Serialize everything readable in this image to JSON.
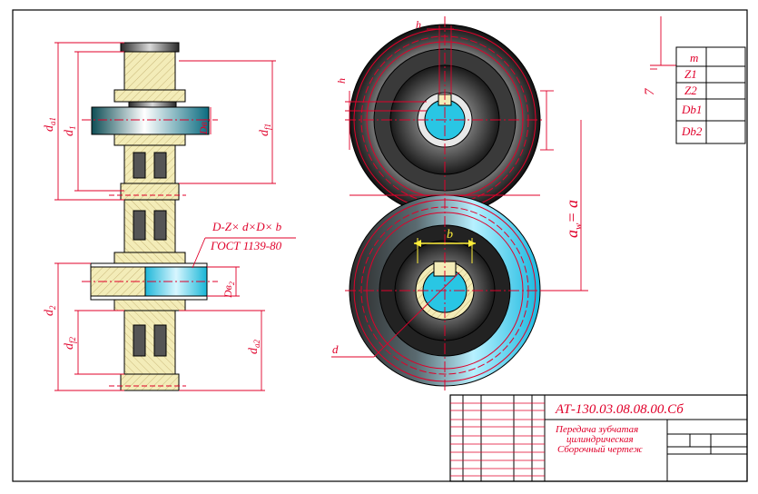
{
  "labels": {
    "da1": "d",
    "da1_sub": "a1",
    "d1": "d",
    "d1_sub": "1",
    "db1": "Dв",
    "db1_sub": "1",
    "df1": "d",
    "df1_sub": "f1",
    "spline": "D-Z× d×D× b",
    "gost": "ГОСТ 1139-80",
    "d2": "d",
    "d2_sub": "2",
    "df2": "d",
    "df2_sub": "f2",
    "db2": "Dв",
    "db2_sub": "2",
    "da2": "d",
    "da2_sub": "a2",
    "h_top": "h",
    "h_side": "h",
    "aw": "a",
    "aw_sub": "w",
    "aw_eq": "= a",
    "b": "b",
    "d_small": "d",
    "seven": "7"
  },
  "param_table": {
    "rows": [
      "m",
      "Z1",
      "Z2",
      "Db1",
      "Db2"
    ]
  },
  "title_block": {
    "code": "АТ-130.03.08.08.00.Сб",
    "name_lines": [
      "Передача зубчатая",
      "цилиндрическая",
      "Сборочный чертеж"
    ]
  },
  "colors": {
    "line_red": "#e0002a",
    "cyan": "#19c6e6",
    "cream": "#f3ecb8",
    "dark": "#2a2a2a",
    "yellow": "#ffef3a"
  }
}
